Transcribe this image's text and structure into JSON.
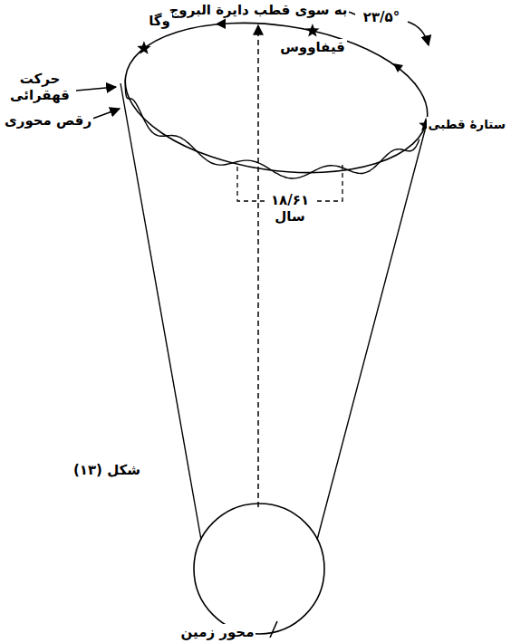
{
  "diagram": {
    "caption": "شکل (۱۳)",
    "labels": [
      "به سوی قطب دایرة البروج",
      "۲۳/۵°",
      "قیفاووس",
      "وگا",
      "ستارهٔ قطبی",
      "حرکت قهقرائی",
      "رقص محوری",
      "۱۸/۶۱ سال",
      "محور زمین"
    ]
  }
}
